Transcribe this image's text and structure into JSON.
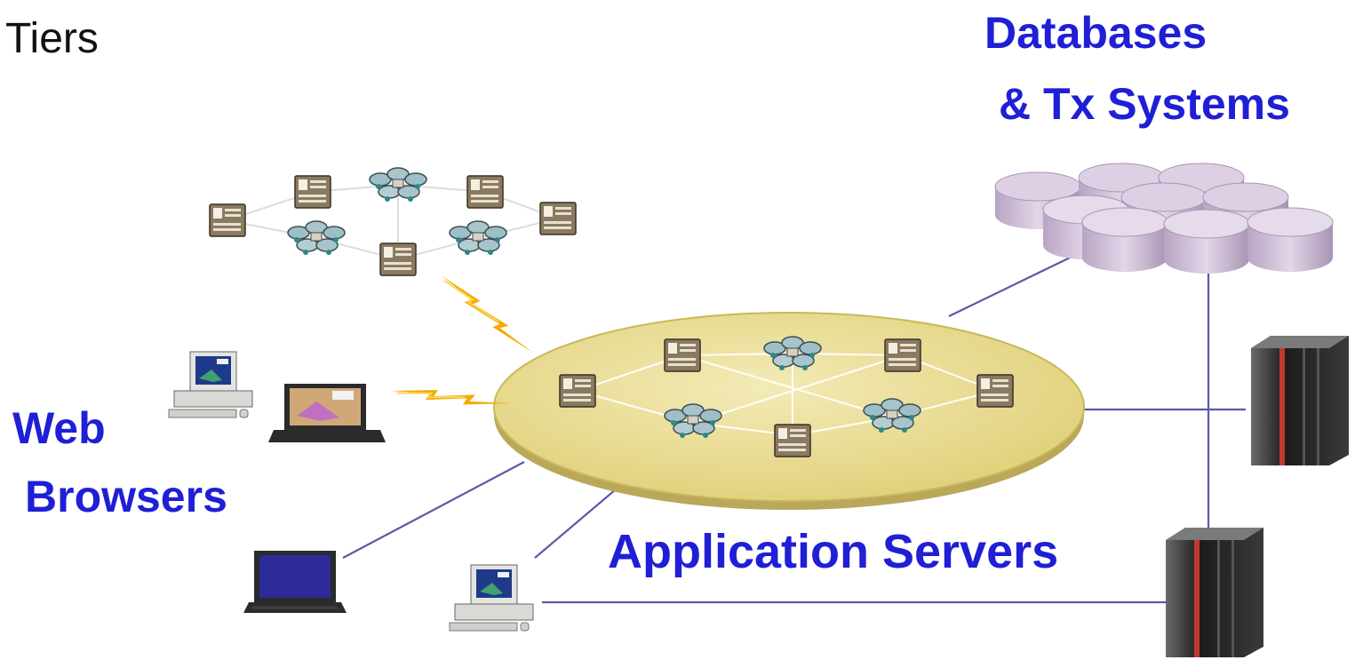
{
  "title": "Tiers",
  "labels": {
    "databases_line1": "Databases",
    "databases_line2": "& Tx Systems",
    "web_browsers_line1": "Web",
    "web_browsers_line2": "Browsers",
    "application_servers": "Application Servers"
  },
  "colors": {
    "label_blue": "#1f1fd6",
    "title_text": "#111111",
    "platform_fill": "#e6d88a",
    "platform_edge": "#c9b85a",
    "connector_line": "#5a5aa8",
    "database_fill": "#c8b6d0",
    "mainframe_body": "#2a2a2a",
    "mainframe_accent": "#c0392b",
    "lightning": "#f0a800"
  },
  "icons": {
    "server_node": "server-node-icon",
    "cluster_node": "cluster-node-icon",
    "database": "database-cylinder-icon",
    "mainframe": "mainframe-icon",
    "desktop": "desktop-computer-icon",
    "laptop": "laptop-icon",
    "lightning": "lightning-icon"
  }
}
